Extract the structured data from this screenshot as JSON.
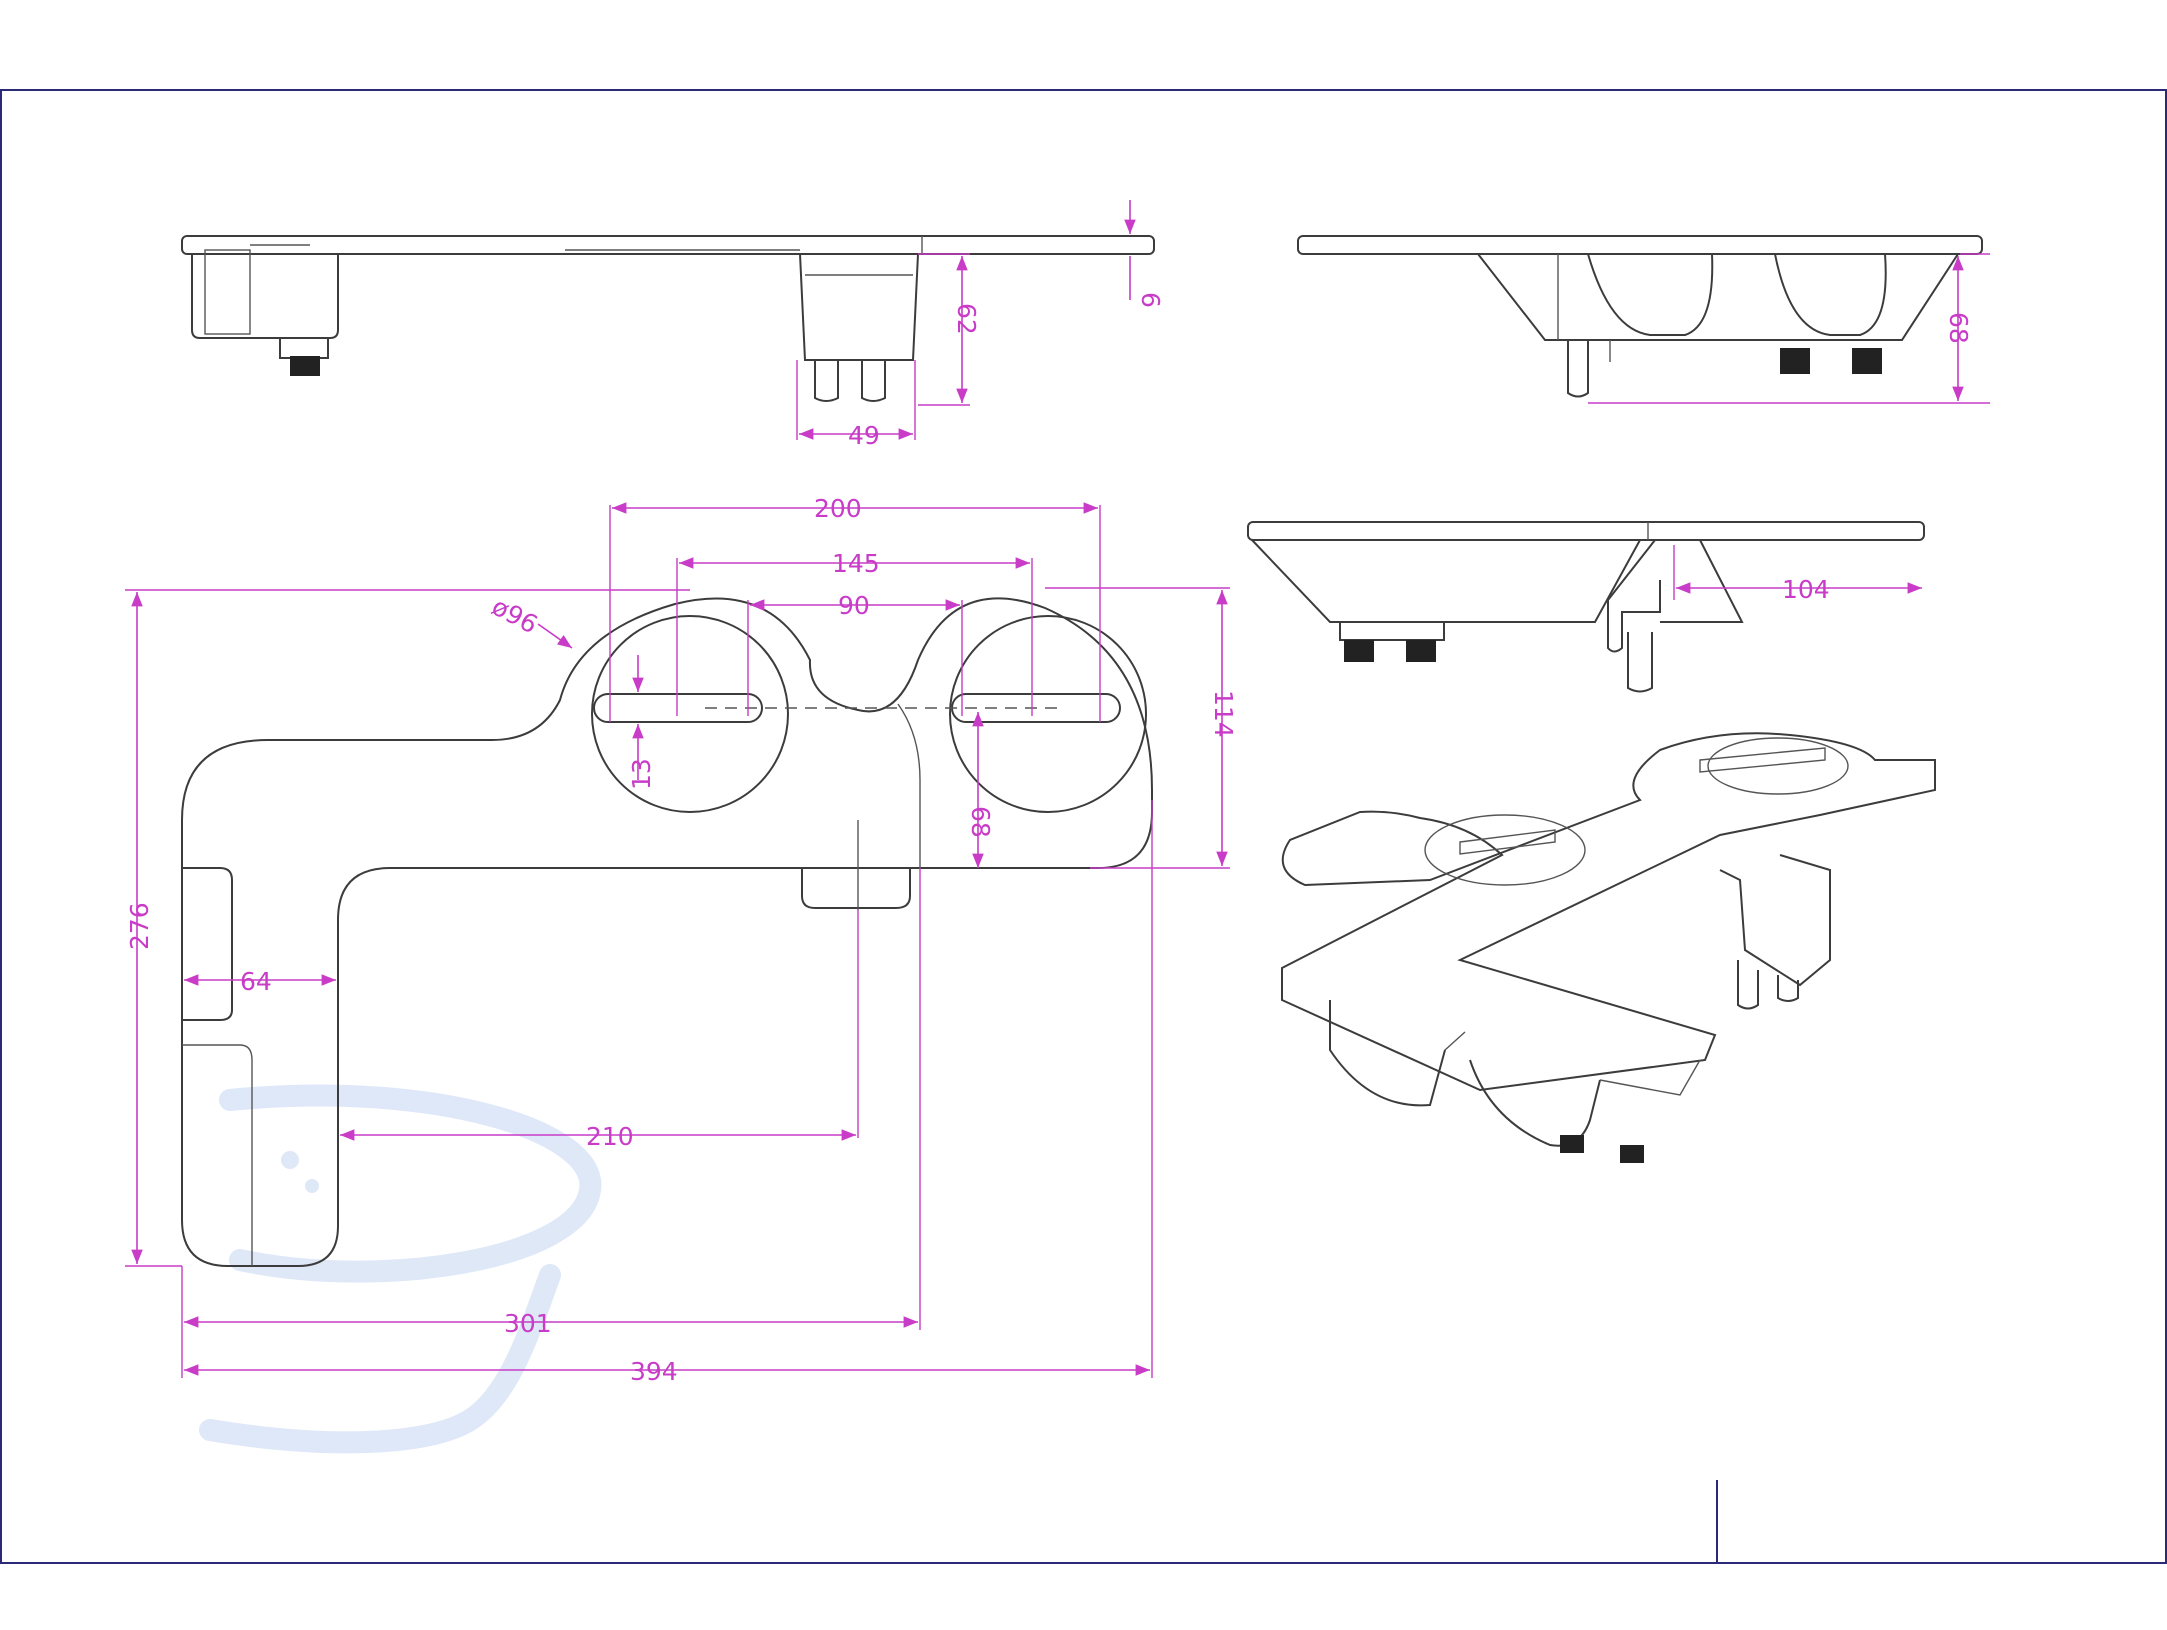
{
  "colors": {
    "dimension": "#c83cc8",
    "outline": "#3c3c3c",
    "frame": "#2a2a78",
    "watermark": "#dbe6f7"
  },
  "dims": {
    "d6": "6",
    "d62": "62",
    "d49": "49",
    "d68_right": "68",
    "d104": "104",
    "d200": "200",
    "d145": "145",
    "d90": "90",
    "dia96": "ø96",
    "d114": "114",
    "d13": "13",
    "d68_top": "68",
    "d276": "276",
    "d64": "64",
    "d210": "210",
    "d301": "301",
    "d394": "394"
  }
}
